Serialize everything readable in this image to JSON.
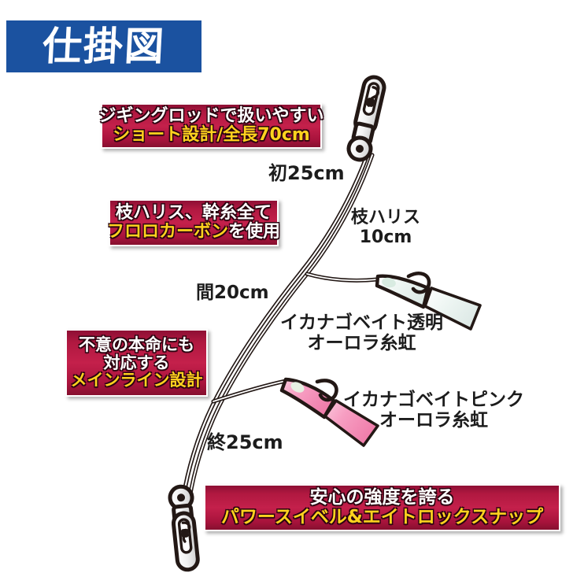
{
  "title": {
    "text": "仕掛図",
    "banner_color": "#1B52A0",
    "text_color": "#FFFFFF"
  },
  "theme": {
    "callout_bg": "#B01840",
    "callout_border": "#FFFFFF",
    "highlight_text": "#FFD21E",
    "body_text": "#FFFFFF",
    "label_text": "#1C1C1C",
    "line_color": "#231815",
    "pink_lure": "#F5A0C0",
    "clear_lure": "#E8F2EE"
  },
  "callouts": [
    {
      "id": "jigging-rod",
      "lines": [
        {
          "text": "ジギングロッドで扱いやすい",
          "color": "white"
        },
        {
          "text": "ショート設計/全長70cm",
          "color": "yellow"
        }
      ]
    },
    {
      "id": "fluorocarbon",
      "lines": [
        {
          "text": "枝ハリス、幹糸全て",
          "color": "white"
        },
        {
          "text": "フロロカーボンを使用",
          "color": "mixed",
          "parts": [
            {
              "text": "フロロカーボン",
              "color": "yellow"
            },
            {
              "text": "を使用",
              "color": "white"
            }
          ]
        }
      ]
    },
    {
      "id": "main-line",
      "lines": [
        {
          "text": "不意の本命にも",
          "color": "white"
        },
        {
          "text": "対応する",
          "color": "white"
        },
        {
          "text": "メインライン設計",
          "color": "yellow"
        }
      ]
    },
    {
      "id": "swivel-snap",
      "lines": [
        {
          "text": "安心の強度を誇る",
          "color": "white"
        },
        {
          "text": "パワースイベル&エイトロックスナップ",
          "color": "yellow"
        }
      ]
    }
  ],
  "diagram_labels": {
    "first_segment": "初25cm",
    "branch_leader": "枝ハリス\n10cm",
    "branch_leader_l1": "枝ハリス",
    "branch_leader_l2": "10cm",
    "middle_segment": "間20cm",
    "clear_bait_l1": "イカナゴベイト透明",
    "clear_bait_l2": "オーロラ糸虹",
    "pink_bait_l1": "イカナゴベイトピンク",
    "pink_bait_l2": "オーロラ糸虹",
    "last_segment": "終25cm"
  },
  "components": {
    "top_snap": "power-swivel-eight-lock-snap",
    "bottom_snap": "power-swivel-eight-lock-snap",
    "clear_lure": "ikanago-bait-clear-aurora",
    "pink_lure": "ikanago-bait-pink-aurora"
  }
}
